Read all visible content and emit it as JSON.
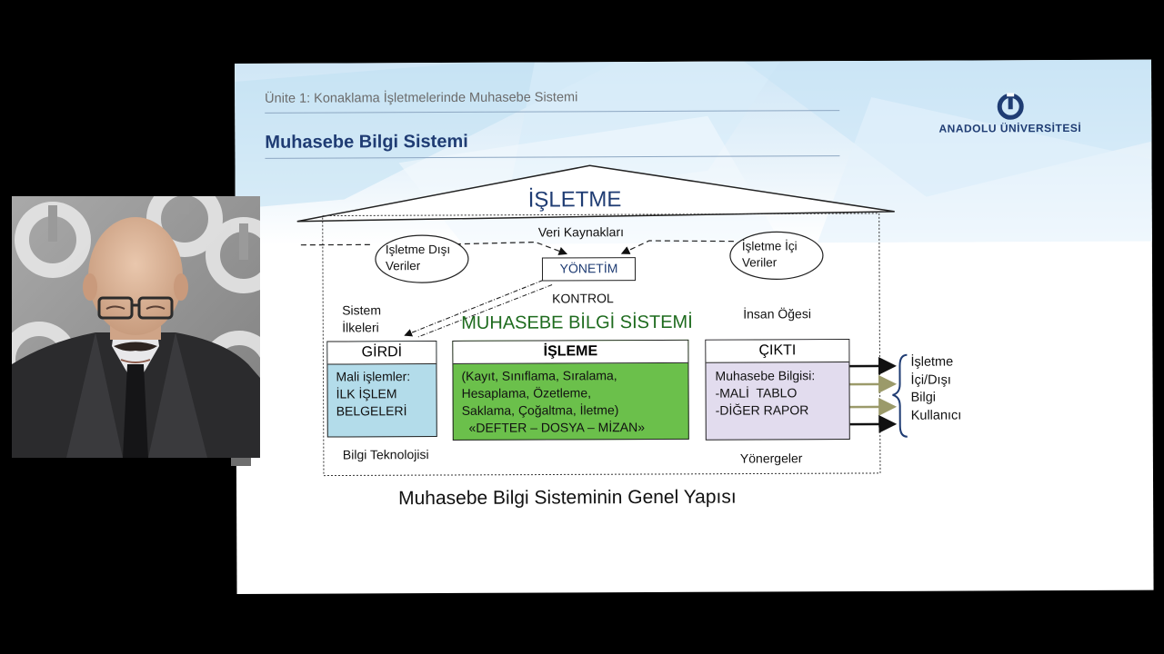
{
  "slide": {
    "unit_title": "Ünite 1: Konaklama İşletmelerinde Muhasebe Sistemi",
    "title": "Muhasebe Bilgi Sistemi",
    "logo_text": "ANADOLU ÜNİVERSİTESİ"
  },
  "diagram": {
    "roof_label": "İŞLETME",
    "sources_label": "Veri Kaynakları",
    "external_data": "İşletme Dışı\nVeriler",
    "internal_data": "İşletme İçi\nVeriler",
    "management": "YÖNETİM",
    "control": "KONTROL",
    "system_principles": "Sistem\nİlkeleri",
    "system_title": "MUHASEBE BİLGİ SİSTEMİ",
    "human_element": "İnsan Öğesi",
    "input": {
      "title": "GİRDİ",
      "body": "Mali işlemler:\nİLK İŞLEM\nBELGELERİ"
    },
    "process": {
      "title": "İŞLEME",
      "body": "(Kayıt, Sınıflama, Sıralama,\nHesaplama, Özetleme,\nSaklama, Çoğaltma, İletme)\n  «DEFTER – DOSYA – MİZAN»"
    },
    "output": {
      "title": "ÇIKTI",
      "body": "Muhasebe Bilgisi:\n-MALİ  TABLO\n-DİĞER RAPOR"
    },
    "info_tech": "Bilgi Teknolojisi",
    "directives": "Yönergeler",
    "users": "İşletme\nİçi/Dışı\nBilgi\nKullanıcı",
    "caption": "Muhasebe Bilgi Sisteminin Genel Yapısı"
  },
  "colors": {
    "title_blue": "#1f3c73",
    "green_title": "#1e6b1e",
    "input_fill": "#b3dcea",
    "process_fill": "#6bc04b",
    "output_fill": "#e2dcee",
    "olive_arrow": "#9b9a6a"
  }
}
